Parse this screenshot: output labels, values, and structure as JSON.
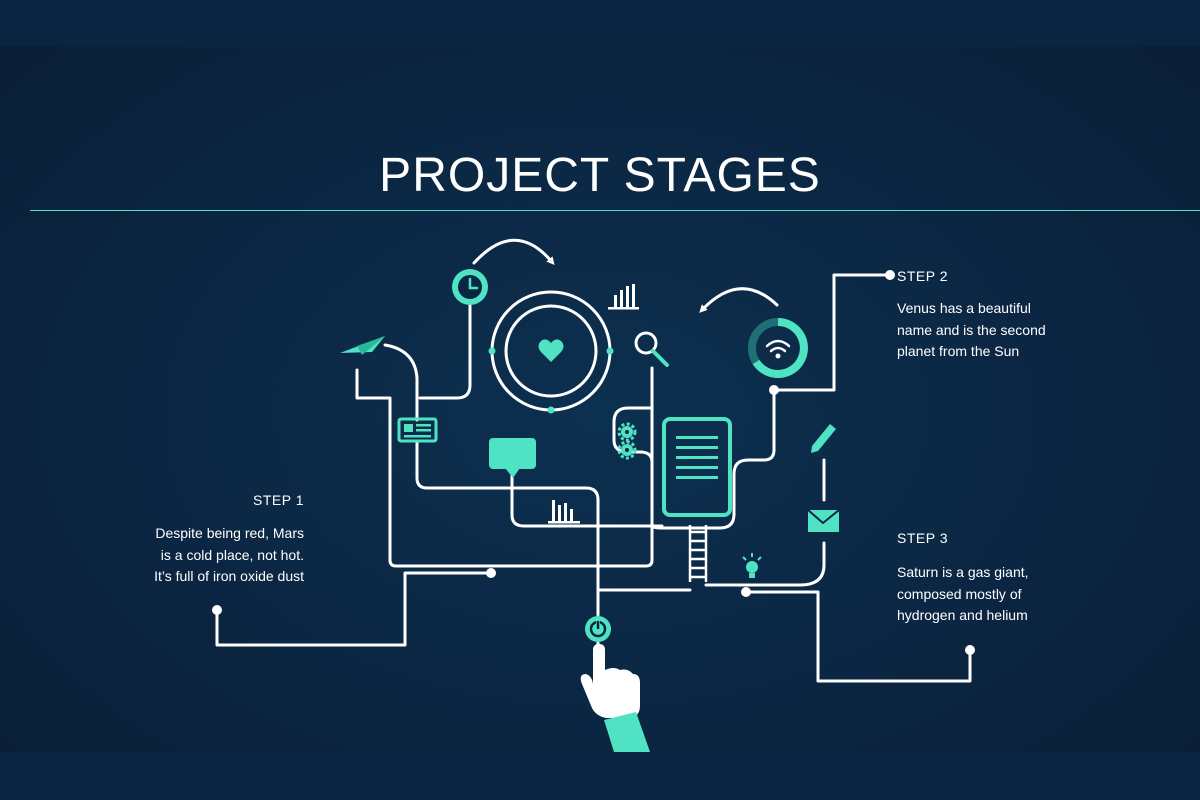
{
  "title": "PROJECT STAGES",
  "steps": [
    {
      "label": "STEP 1",
      "text": "Despite being red, Mars\nis a cold place, not hot.\nIt’s full of iron oxide dust"
    },
    {
      "label": "STEP 2",
      "text": "Venus has a beautiful\nname and is the second\nplanet from the Sun"
    },
    {
      "label": "STEP 3",
      "text": "Saturn is a gas giant,\ncomposed mostly of\nhydrogen and helium"
    }
  ],
  "colors": {
    "accent": "#4fe3c4",
    "background": "#0b2642",
    "line": "#ffffff"
  },
  "icons": [
    "paper-plane-icon",
    "clock-icon",
    "heart-icon",
    "bar-chart-icon",
    "magnifier-icon",
    "wifi-icon",
    "id-card-icon",
    "chat-bubble-icon",
    "gear-icon",
    "document-icon",
    "pencil-icon",
    "envelope-icon",
    "light-bulb-icon",
    "power-icon",
    "hand-icon",
    "ladder-icon"
  ]
}
